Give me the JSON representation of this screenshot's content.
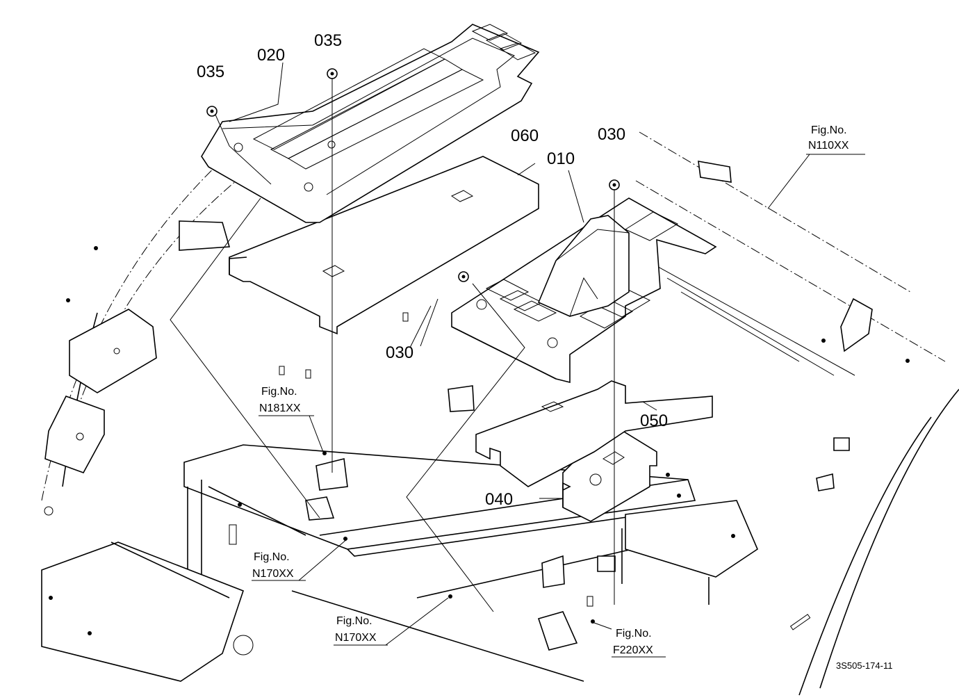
{
  "part_labels": {
    "p010": "010",
    "p020": "020",
    "p030a": "030",
    "p030b": "030",
    "p035a": "035",
    "p035b": "035",
    "p040": "040",
    "p050": "050",
    "p060": "060"
  },
  "figure_refs": {
    "n110": {
      "label": "Fig.No.",
      "code": "N110XX"
    },
    "n181": {
      "label": "Fig.No.",
      "code": "N181XX"
    },
    "n170a": {
      "label": "Fig.No.",
      "code": "N170XX"
    },
    "n170b": {
      "label": "Fig.No.",
      "code": "N170XX"
    },
    "f220": {
      "label": "Fig.No.",
      "code": "F220XX"
    }
  },
  "drawing_code": "3S505-174-11"
}
